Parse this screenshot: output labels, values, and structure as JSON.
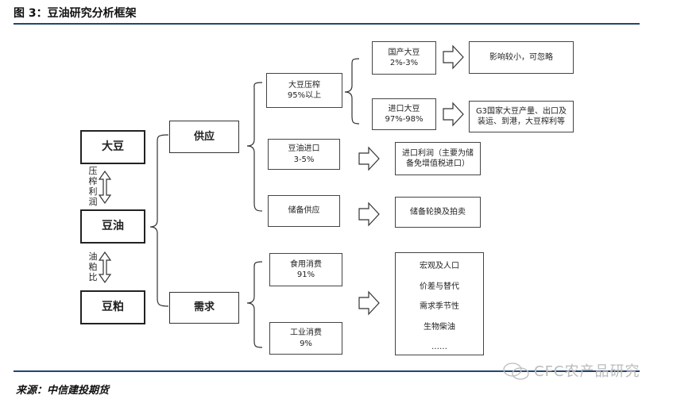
{
  "title": "图 3：豆油研究分析框架",
  "source": "来源：中信建投期货",
  "watermark": "CFC农产品研究",
  "left": {
    "soybean": "大豆",
    "soyoil": "豆油",
    "soymeal": "豆粕",
    "label_top": "压\n榨\n利\n润",
    "label_bottom": "油\n粕\n比"
  },
  "supply": {
    "label": "供应",
    "crush": "大豆压榨\n95%以上",
    "domestic": "国产大豆\n2%-3%",
    "domestic_effect": "影响较小，可忽略",
    "imported": "进口大豆\n97%-98%",
    "imported_effect": "G3国家大豆产量、出口及\n装运、到港，大豆榨利等",
    "oil_import": "豆油进口\n3-5%",
    "oil_import_effect": "进口利润（主要为储\n备免增值税进口）",
    "reserve": "储备供应",
    "reserve_effect": "储备轮换及拍卖"
  },
  "demand": {
    "label": "需求",
    "food": "食用消费\n91%",
    "industrial": "工业消费\n9%",
    "factors": [
      "宏观及人口",
      "价差与替代",
      "需求季节性",
      "生物柴油",
      "……"
    ]
  }
}
